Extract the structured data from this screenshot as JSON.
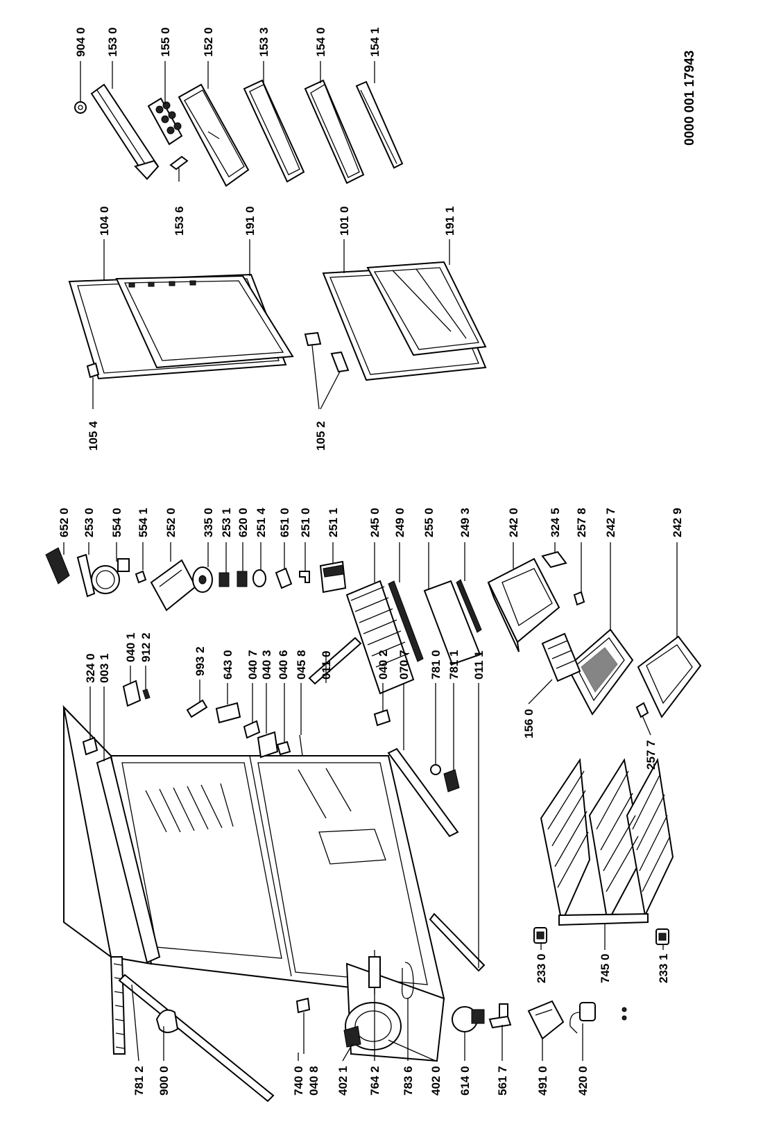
{
  "document_number": "0000 001 17943",
  "callouts_right_top": [
    "904 0",
    "153 0",
    "155 0",
    "152 0",
    "153 3",
    "154 0",
    "154 1"
  ],
  "callout_153_6": "153 6",
  "callouts_doors": {
    "c1054": "105 4",
    "c1040": "104 0",
    "c1910": "191 0",
    "c1052": "105 2",
    "c1010": "101 0",
    "c1911": "191 1"
  },
  "callouts_middle": [
    "652 0",
    "253 0",
    "554 0",
    "554 1",
    "252 0",
    "335 0",
    "253 1",
    "620 0",
    "251 4",
    "651 0",
    "251 0",
    "251 1",
    "245 0",
    "249 0",
    "255 0",
    "249 3",
    "242 0",
    "324 5",
    "257 8",
    "242 7",
    "242 9"
  ],
  "callouts_upper_left": [
    "324 0",
    "003 1",
    "040 1",
    "912 2",
    "993 2",
    "643 0",
    "040 7",
    "040 3",
    "040 6",
    "045 8",
    "011 0",
    "040 2",
    "070 7",
    "781 0",
    "781 1",
    "011 1"
  ],
  "callouts_bottom": [
    "781 2",
    "900 0",
    "740 0",
    "040 8",
    "402 1",
    "764 2",
    "783 6",
    "402 0",
    "614 0",
    "561 7",
    "491 0",
    "420 0"
  ],
  "callouts_lower_middle": {
    "c1560": "156 0",
    "c2577": "257 7",
    "c2330": "233 0",
    "c7450": "745 0",
    "c2331": "233 1"
  }
}
